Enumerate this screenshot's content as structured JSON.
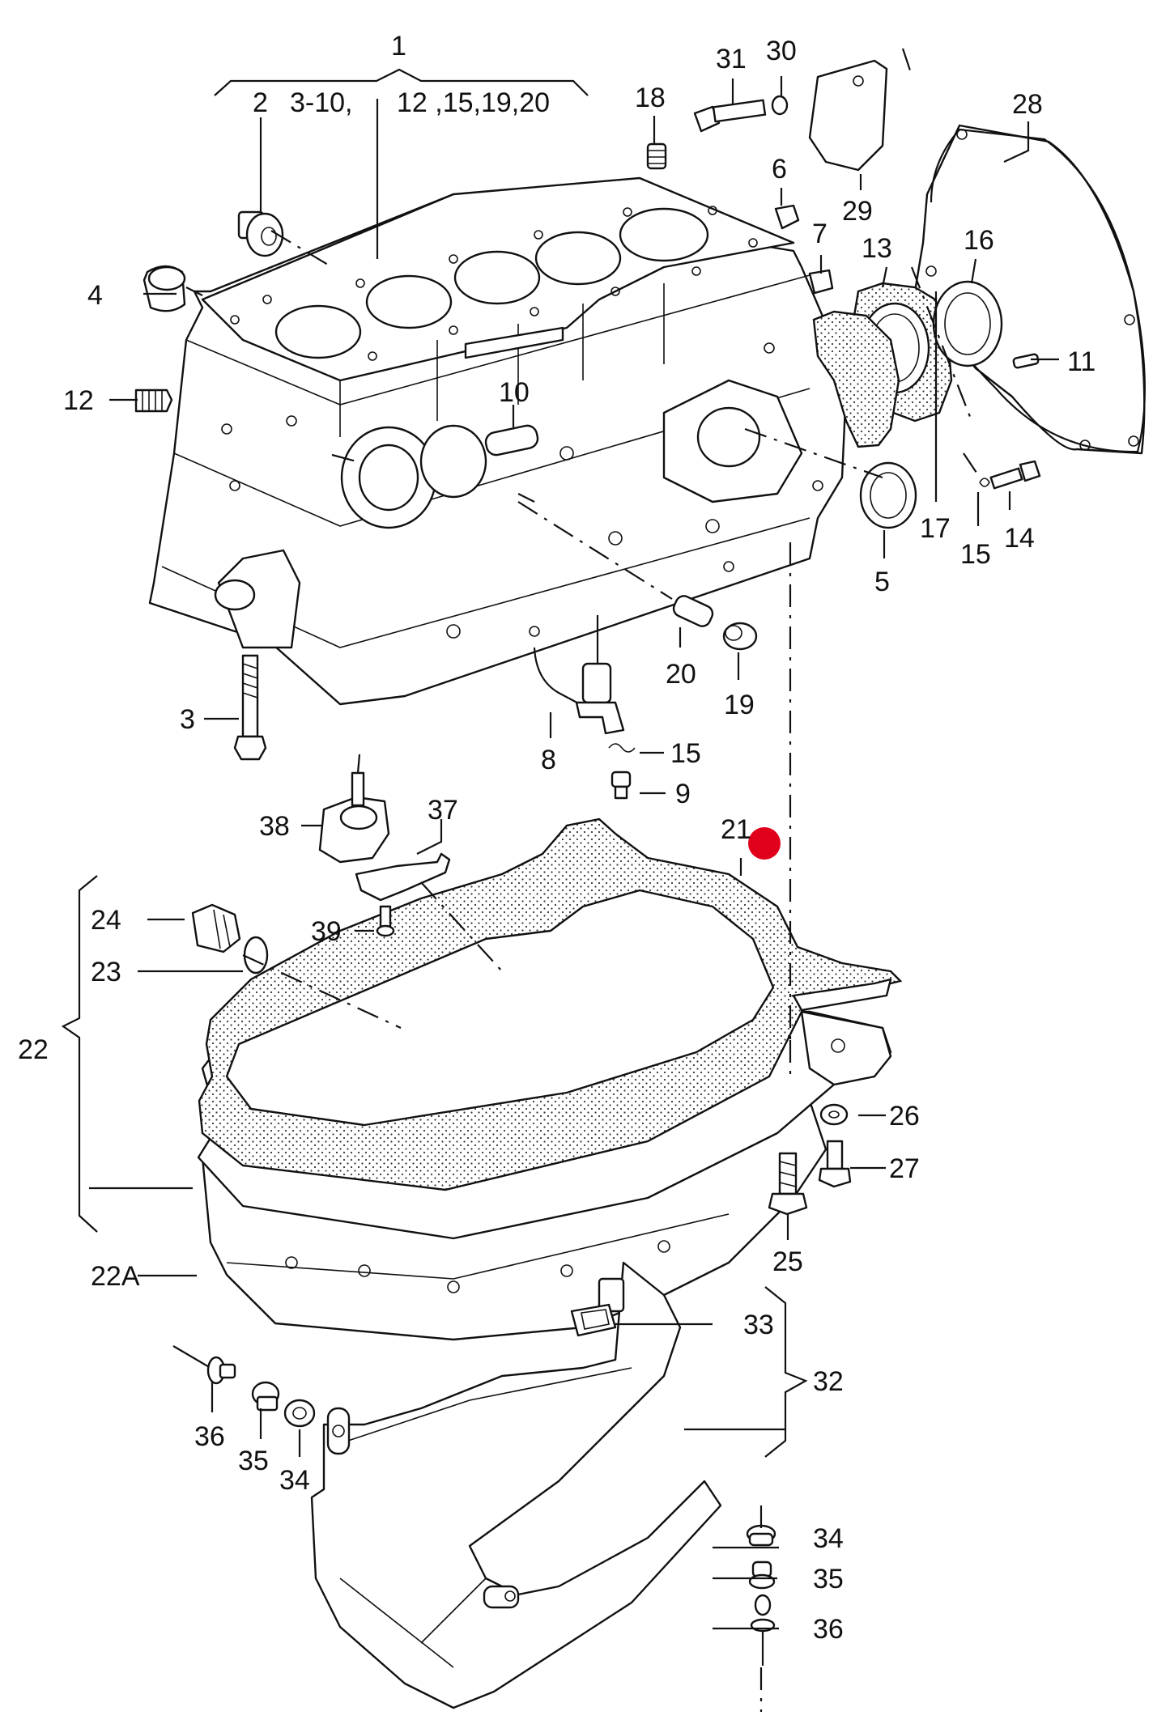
{
  "diagram": {
    "marker_color": "#e0001b",
    "callouts": {
      "c1": "1",
      "c1_group_left": "2",
      "c1_group_mid": "3-10,",
      "c1_group_right": "12 ,15,19,20",
      "c2": "2",
      "c3": "3",
      "c4": "4",
      "c5": "5",
      "c6": "6",
      "c7": "7",
      "c8": "8",
      "c9": "9",
      "c10": "10",
      "c11": "11",
      "c12": "12",
      "c13": "13",
      "c14": "14",
      "c15a": "15",
      "c15b": "15",
      "c16": "16",
      "c17": "17",
      "c18": "18",
      "c19": "19",
      "c20": "20",
      "c21": "21",
      "c22": "22",
      "c22a": "22A",
      "c23": "23",
      "c24": "24",
      "c25": "25",
      "c26": "26",
      "c27": "27",
      "c28": "28",
      "c29": "29",
      "c30": "30",
      "c31": "31",
      "c32": "32",
      "c33": "33",
      "c34a": "34",
      "c34b": "34",
      "c35a": "35",
      "c35b": "35",
      "c36a": "36",
      "c36b": "36",
      "c37": "37",
      "c38": "38",
      "c39": "39"
    }
  }
}
